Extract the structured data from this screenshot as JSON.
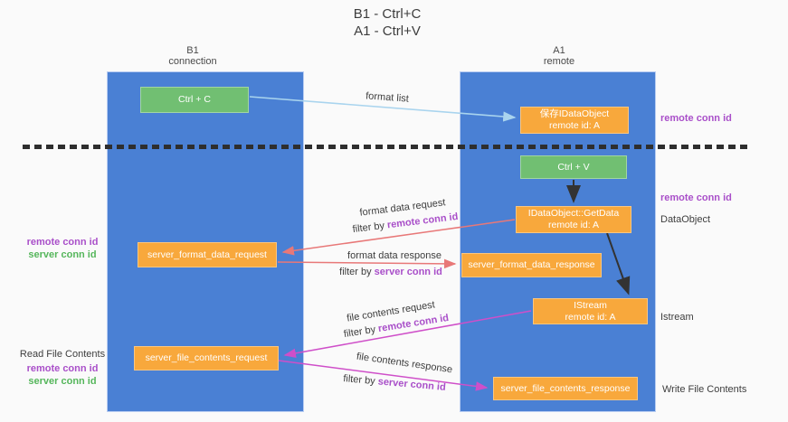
{
  "title": {
    "line1": "B1 - Ctrl+C",
    "line2": "A1 - Ctrl+V"
  },
  "lanes": {
    "left": {
      "name_line": "B1",
      "role_line": "connection"
    },
    "right": {
      "name_line": "A1",
      "role_line": "remote"
    }
  },
  "nodes": {
    "ctrl_c": {
      "label": "Ctrl + C"
    },
    "save_dataobject": {
      "line1": "保存IDataObject",
      "line2": "remote id: A"
    },
    "ctrl_v": {
      "label": "Ctrl + V"
    },
    "getdata": {
      "line1": "IDataObject::GetData",
      "line2": "remote id: A"
    },
    "format_request": {
      "label": "server_format_data_request"
    },
    "format_response": {
      "label": "server_format_data_response"
    },
    "istream": {
      "line1": "IStream",
      "line2": "remote id: A"
    },
    "file_request": {
      "label": "server_file_contents_request"
    },
    "file_response": {
      "label": "server_file_contents_response"
    }
  },
  "edge_labels": {
    "format_list": "format list",
    "format_data_request": "format data request",
    "format_data_response": "format data response",
    "file_contents_request": "file contents request",
    "file_contents_response": "file contents response",
    "filter_by": "filter by",
    "remote_conn_id": "remote conn id",
    "server_conn_id": "server conn id"
  },
  "side_labels": {
    "remote_conn_id": "remote conn id",
    "server_conn_id": "server conn id",
    "dataobject": "DataObject",
    "istream": "Istream",
    "read_file_contents": "Read File Contents",
    "write_file_contents": "Write File Contents"
  },
  "colors": {
    "bg": "#fafafa",
    "lane-blue": "#4a80d4",
    "lane-border": "#b9cdf2",
    "box-orange": "#f8a83c",
    "box-green": "#71bf72",
    "ink": "#3d3d3d",
    "label-purple": "#a94fc9",
    "label-green": "#55b65b",
    "arrow-blue": "#a9d4ee",
    "arrow-red": "#e87878",
    "arrow-magenta": "#cf4fc9",
    "arrow-black": "#333333",
    "divider": "#2e2e2e"
  }
}
